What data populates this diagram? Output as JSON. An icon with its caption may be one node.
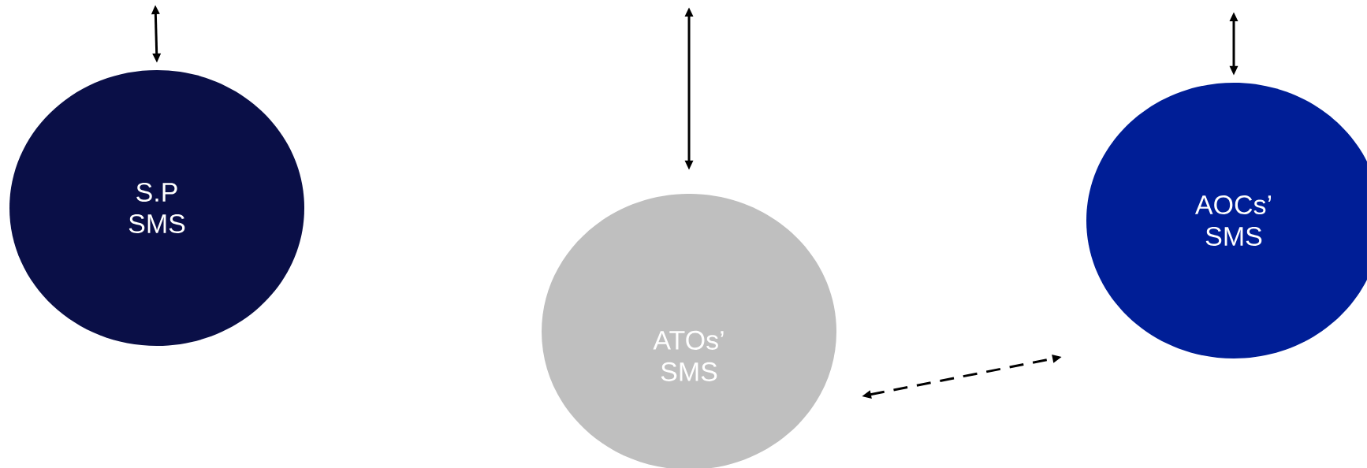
{
  "diagram": {
    "nodes": [
      {
        "text": [
          "S.P SMS"
        ]
      },
      {
        "text": [
          "ATOs’ SMS"
        ]
      },
      {
        "text": [
          "AOCs’ SMS"
        ]
      }
    ],
    "edges": [
      {
        "from": null,
        "to": 0,
        "arrow": "both"
      },
      {
        "from": null,
        "to": 1,
        "arrow": "both"
      },
      {
        "from": null,
        "to": 2,
        "arrow": "both"
      },
      {
        "from": 1,
        "to": 2,
        "arrow": "both",
        "style": "dashed"
      }
    ]
  }
}
